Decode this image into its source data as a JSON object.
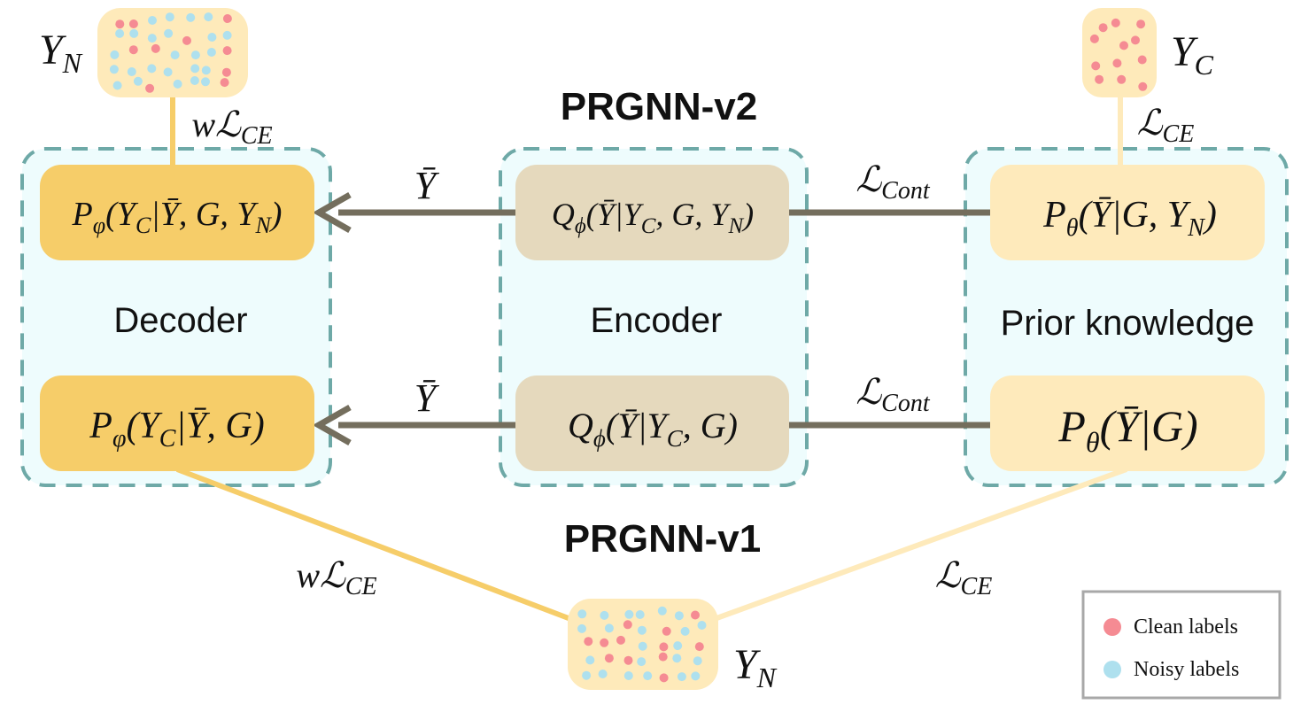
{
  "titles": {
    "v2": "PRGNN-v2",
    "v1": "PRGNN-v1"
  },
  "regions": {
    "decoder": "Decoder",
    "encoder": "Encoder",
    "prior": "Prior knowledge"
  },
  "nodes": {
    "decoder_v2": {
      "f": "P",
      "sub": "φ",
      "args": "(Y",
      "argsub": "C",
      "rest": "|Ȳ, G, Y",
      "restsub": "N",
      "close": ")"
    },
    "encoder_v2": {
      "f": "Q",
      "sub": "ϕ",
      "args": "(Ȳ|Y",
      "argsub": "C",
      "rest": ", G, Y",
      "restsub": "N",
      "close": ")"
    },
    "prior_v2": {
      "f": "P",
      "sub": "θ",
      "args": "(Ȳ|G, Y",
      "argsub": "N",
      "rest": ")",
      "restsub": "",
      "close": ""
    },
    "decoder_v1": {
      "f": "P",
      "sub": "φ",
      "args": "(Y",
      "argsub": "C",
      "rest": "|Ȳ, G)",
      "restsub": "",
      "close": ""
    },
    "encoder_v1": {
      "f": "Q",
      "sub": "ϕ",
      "args": "(Ȳ|Y",
      "argsub": "C",
      "rest": ", G)",
      "restsub": "",
      "close": ""
    },
    "prior_v1": {
      "f": "P",
      "sub": "θ",
      "args": "(Ȳ|G)",
      "argsub": "",
      "rest": "",
      "restsub": "",
      "close": ""
    }
  },
  "edges": {
    "ybar": "Ȳ",
    "cont_main": "ℒ",
    "cont_sub": "Cont",
    "wce_w": "w",
    "ce_main": "ℒ",
    "ce_sub": "CE"
  },
  "label_sets": {
    "yn_main": "Y",
    "yn_sub": "N",
    "yc_main": "Y",
    "yc_sub": "C"
  },
  "legend": {
    "clean": "Clean labels",
    "noisy": "Noisy labels"
  },
  "colors": {
    "clean_dot": "#f58b93",
    "noisy_dot": "#aee0ee",
    "region_fill": "#eefcfd",
    "region_border": "#6ea9a7",
    "decoder_node": "#f6cd69",
    "encoder_node": "#e5d9bd",
    "prior_node": "#feeabb",
    "arrow": "#746e5d",
    "cloud_fill": "#feeaba",
    "line_v1_left": "#f6cd69",
    "line_v1_right": "#feeaba"
  }
}
